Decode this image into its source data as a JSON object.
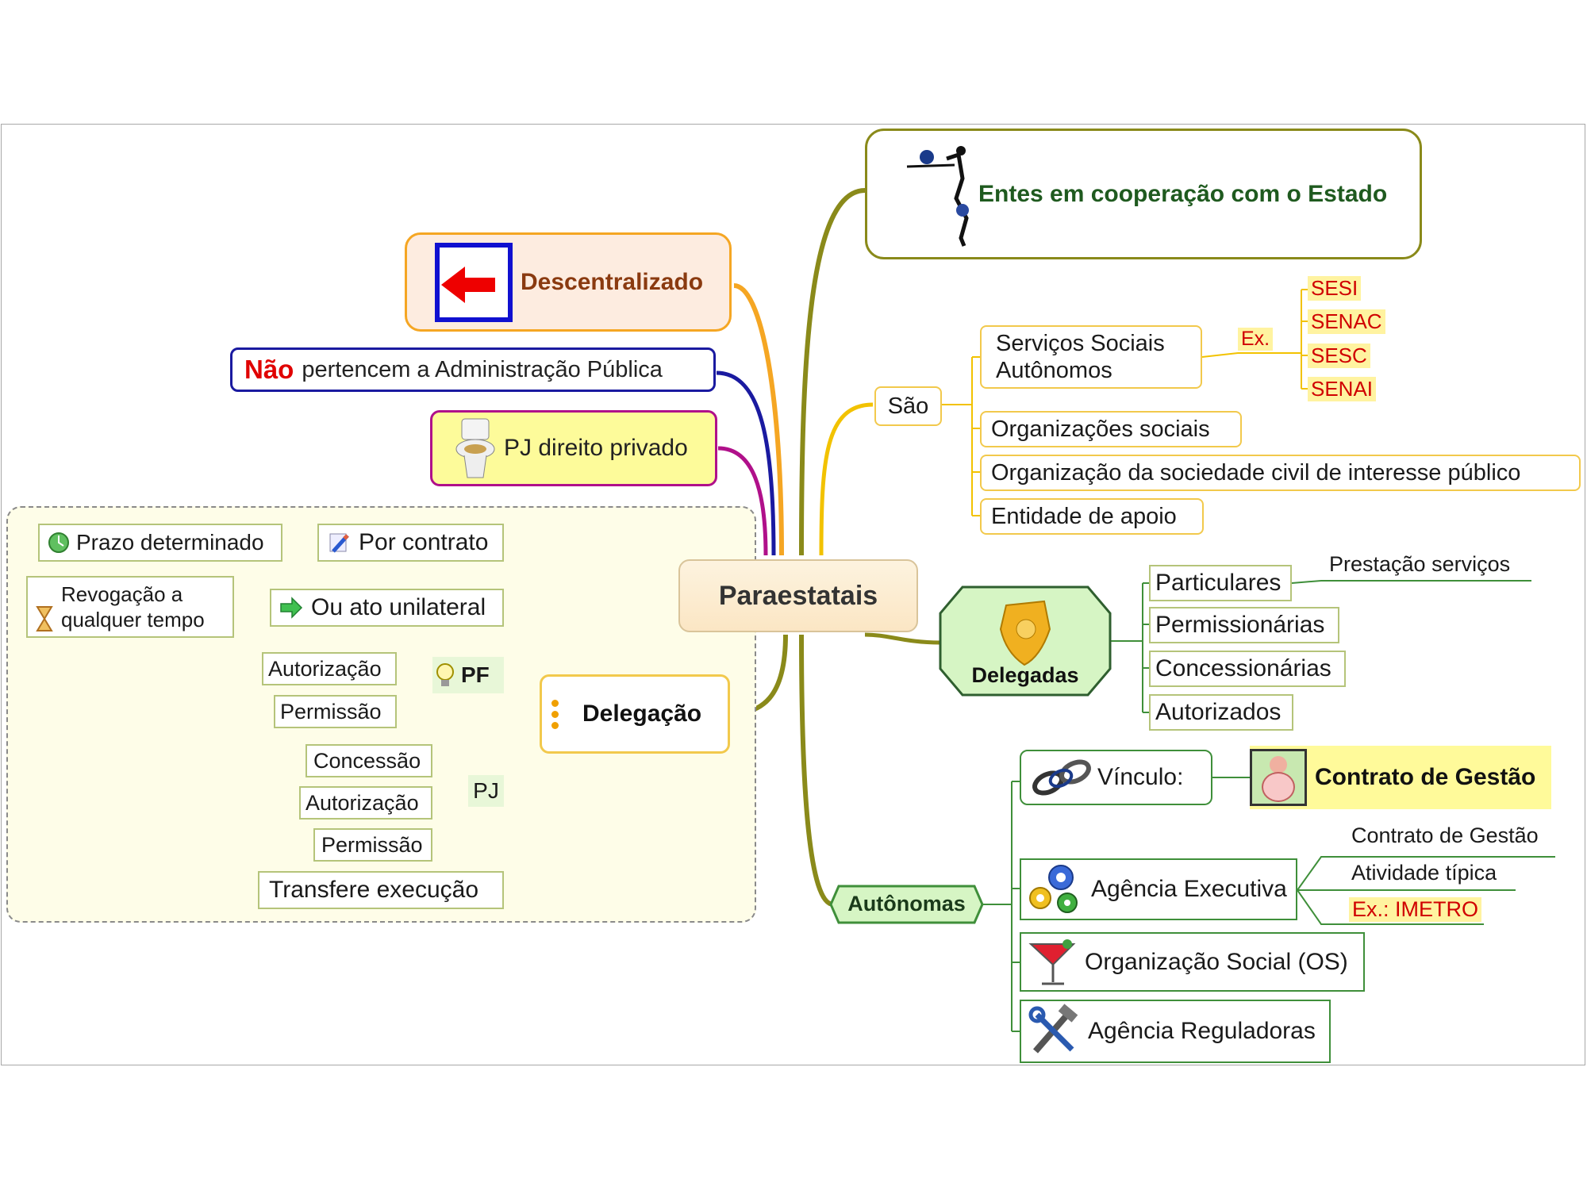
{
  "central": "Paraestatais",
  "left": {
    "descentralizado": "Descentralizado",
    "nao": "Não",
    "nao_rest": "pertencem a Administração Pública",
    "pj_privado": "PJ direito privado",
    "delegacao": {
      "label": "Delegação",
      "prazo": "Prazo determinado",
      "por_contrato": "Por contrato",
      "revogacao_1": "Revogação a",
      "revogacao_2": "qualquer tempo",
      "ato_unilateral": "Ou ato unilateral",
      "pf": "PF",
      "pf_items": [
        "Autorização",
        "Permissão"
      ],
      "pj": "PJ",
      "pj_items": [
        "Concessão",
        "Autorização",
        "Permissão"
      ],
      "transfere": "Transfere execução"
    }
  },
  "right": {
    "entes": "Entes em cooperação com o Estado",
    "sao": "São",
    "servicos_1": "Serviços Sociais",
    "servicos_2": "Autônomos",
    "ex": "Ex.",
    "sistema_s": [
      "SESI",
      "SENAC",
      "SESC",
      "SENAI"
    ],
    "org_sociais": "Organizações sociais",
    "oscip": "Organização da sociedade civil de interesse público",
    "entidade_apoio": "Entidade de apoio",
    "delegadas": {
      "label": "Delegadas",
      "items": [
        "Particulares",
        "Permissionárias",
        "Concessionárias",
        "Autorizados"
      ],
      "prestacao": "Prestação serviços"
    },
    "autonomas": {
      "label": "Autônomas",
      "vinculo": "Vínculo:",
      "contrato": "Contrato de Gestão",
      "agencia_exec": "Agência Executiva",
      "ae_items": [
        "Contrato de Gestão",
        "Atividade típica",
        "Ex.: IMETRO"
      ],
      "os": "Organização Social (OS)",
      "reguladoras": "Agência Reguladoras"
    }
  },
  "colors": {
    "olive": "#8a8a1a",
    "orange": "#f5a623",
    "blue": "#1a1aa0",
    "magenta": "#b0108a",
    "yellow": "#f2c200",
    "green": "#3f8f3a",
    "red": "#d00000"
  }
}
